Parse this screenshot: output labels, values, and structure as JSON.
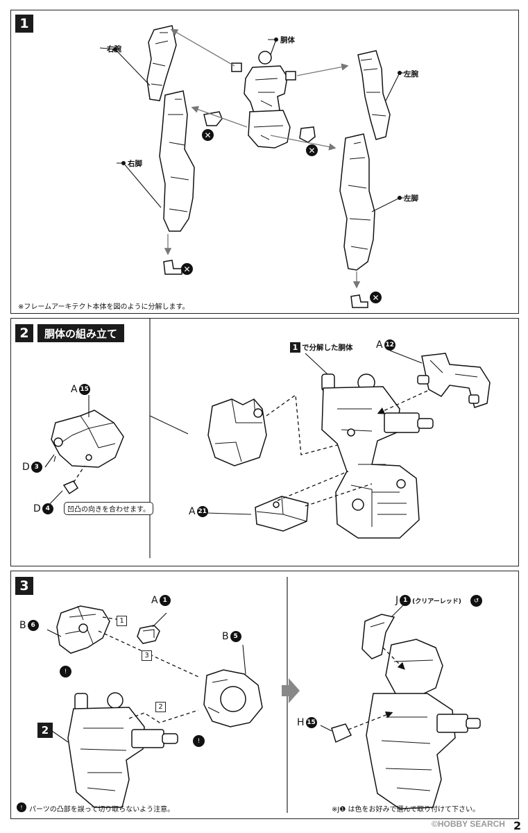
{
  "step1": {
    "num": "1",
    "labels": {
      "torso": "胴体",
      "right_arm": "右腕",
      "left_arm": "左腕",
      "right_leg": "右脚",
      "left_leg": "左脚"
    },
    "x_mark": "✕",
    "note": "※フレームアーキテクト本体を図のように分解します。"
  },
  "step2": {
    "num": "2",
    "title": "胴体の組み立て",
    "ref_num": "1",
    "ref_text": "で分解した胴体",
    "parts": {
      "a15_letter": "A",
      "a15_num": "15",
      "d3_letter": "D",
      "d3_num": "3",
      "d4_letter": "D",
      "d4_num": "4",
      "a12_letter": "A",
      "a12_num": "12",
      "a21_letter": "A",
      "a21_num": "21"
    },
    "align_note": "凹凸の向きを合わせます。"
  },
  "step3": {
    "num": "3",
    "parts": {
      "a1_letter": "A",
      "a1_num": "1",
      "b6_letter": "B",
      "b6_num": "6",
      "b5_letter": "B",
      "b5_num": "5",
      "j1_letter": "J",
      "j1_num": "1",
      "j1_note": "(クリアーレッド)",
      "h15_letter": "H",
      "h15_num": "15"
    },
    "seq": [
      "1",
      "3",
      "2"
    ],
    "ref_num": "2",
    "warning_note": "パーツの凸部を誤って切り取らないよう注意。",
    "color_note": "※J❶ は色をお好みで選んで取り付けて下さい。"
  },
  "footer": {
    "watermark": "©HOBBY SEARCH",
    "page_num": "2"
  }
}
